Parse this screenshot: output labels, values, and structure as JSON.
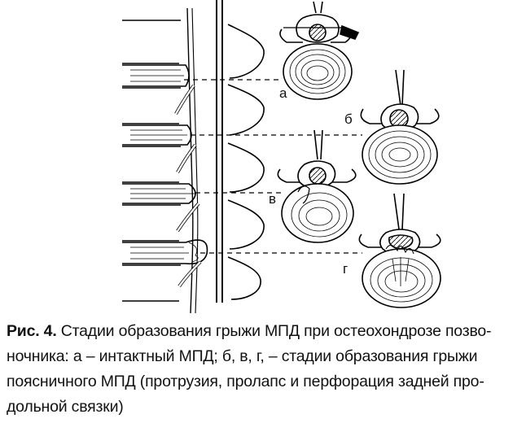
{
  "figure": {
    "labels": {
      "a": "а",
      "b": "б",
      "v": "в",
      "g": "г"
    }
  },
  "caption": {
    "prefix": "Рис. 4.",
    "line1": " Стадии образования грыжи МПД при остеохондрозе позво-",
    "line2": "ночника: а – интактный МПД; б, в, г, – стадии образования грыжи",
    "line3": "поясничного МПД (протрузия, пролапс и перфорация задней про-",
    "line4": "дольной связки)"
  }
}
